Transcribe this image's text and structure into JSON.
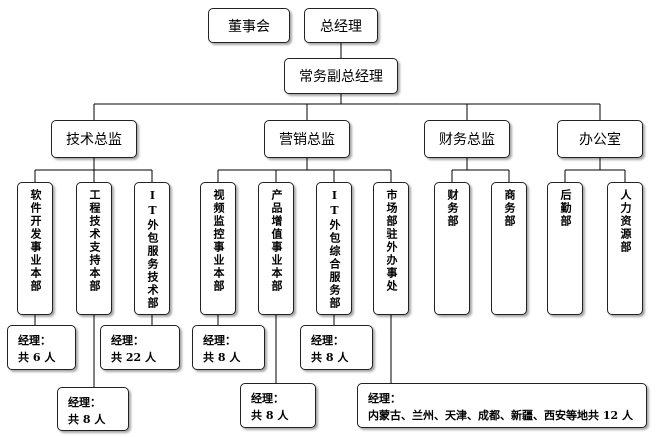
{
  "top": {
    "board": "董事会",
    "gm": "总经理"
  },
  "vp": "常务副总经理",
  "directors": {
    "tech": "技术总监",
    "marketing": "营销总监",
    "finance": "财务总监",
    "office": "办公室"
  },
  "departments": {
    "software": "软件开发事业本部",
    "engineering": "工程技术支持本部",
    "it_outsource_tech": "IT外包服务技术部",
    "video": "视频监控事业本部",
    "product": "产品增值事业本部",
    "it_integrated": "IT外包综合服务部",
    "market": "市场部驻外办事处",
    "finance": "财务部",
    "business": "商务部",
    "logistics": "后勤部",
    "hr": "人力资源部"
  },
  "notes": {
    "software": {
      "line1": "经理：",
      "line2": "共 6 人"
    },
    "engineering": {
      "line1": "经理：",
      "line2": "共 8 人"
    },
    "it_outsource_tech": {
      "line1": "经理：",
      "line2": "共 22 人"
    },
    "video": {
      "line1": "经理：",
      "line2": "共 8 人"
    },
    "product": {
      "line1": "经理：",
      "line2": "共 8 人"
    },
    "it_integrated": {
      "line1": "经理：",
      "line2": "共 8 人"
    },
    "market": {
      "line1": "经理：",
      "line2": "内蒙古、兰州、天津、成都、新疆、西安等地共 12 人"
    }
  }
}
